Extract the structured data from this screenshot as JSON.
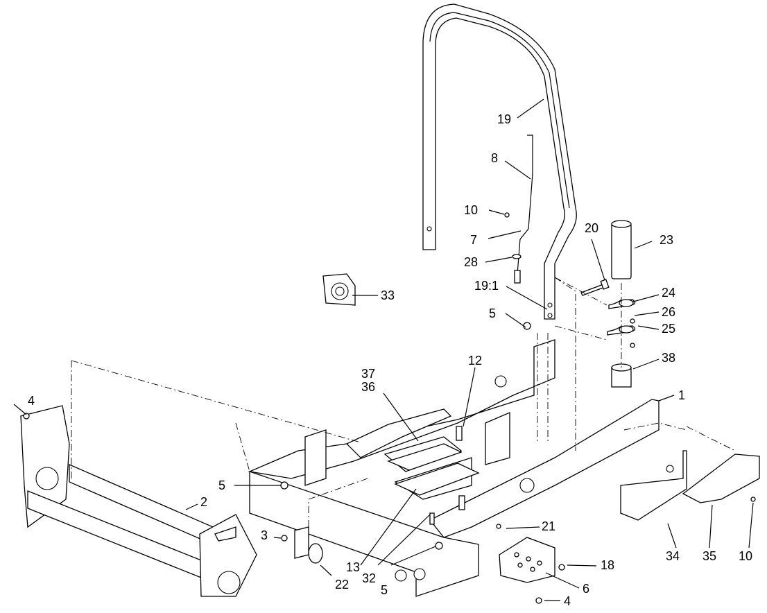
{
  "callouts": {
    "c1": "1",
    "c2": "2",
    "c3": "3",
    "c4a": "4",
    "c4b": "4",
    "c5a": "5",
    "c5b": "5",
    "c5c": "5",
    "c6": "6",
    "c7": "7",
    "c8": "8",
    "c10a": "10",
    "c10b": "10",
    "c12": "12",
    "c13": "13",
    "c18": "18",
    "c19": "19",
    "c19_1": "19:1",
    "c20": "20",
    "c21": "21",
    "c22": "22",
    "c23": "23",
    "c24": "24",
    "c25": "25",
    "c26": "26",
    "c28": "28",
    "c32": "32",
    "c33": "33",
    "c34": "34",
    "c35": "35",
    "c36": "36",
    "c37": "37",
    "c38": "38"
  }
}
